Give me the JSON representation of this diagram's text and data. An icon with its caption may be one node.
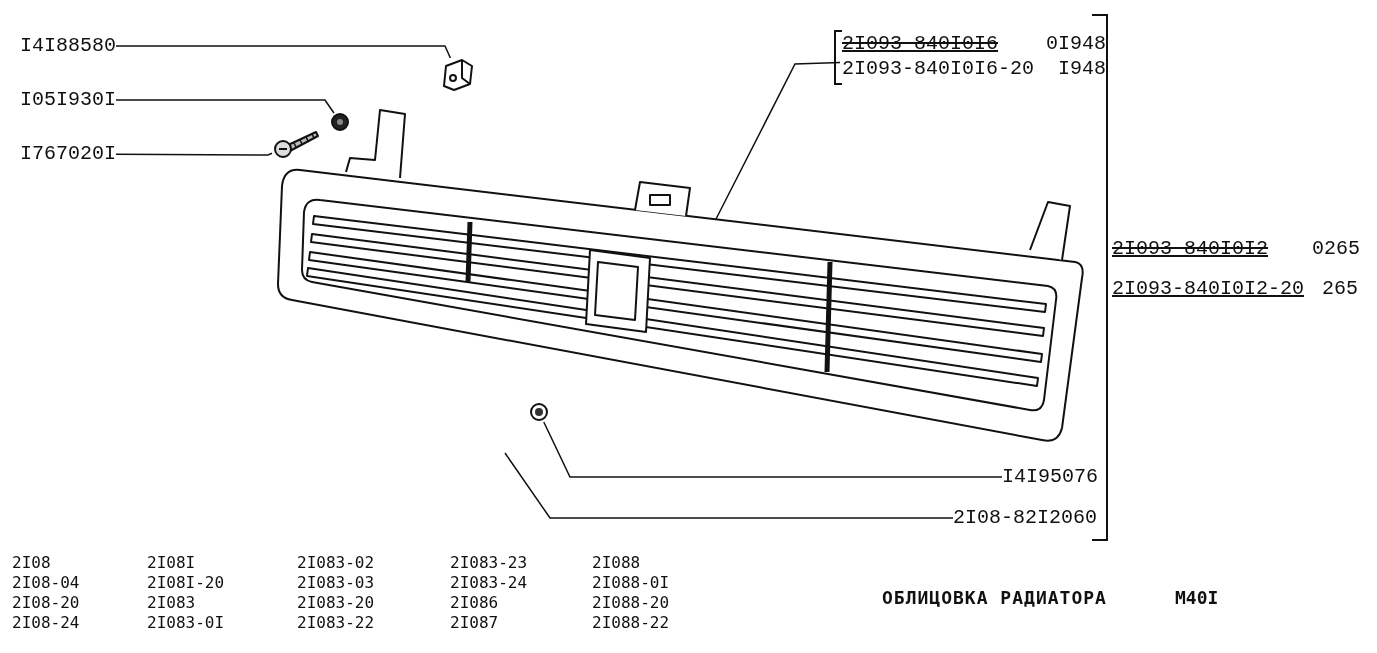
{
  "diagram": {
    "title": "ОБЛИЦОВКА РАДИАТОРА",
    "nodes": [
      {
        "text": [
          "I4I88580"
        ]
      },
      {
        "text": [],
        "shape": "picture"
      },
      {
        "text": [
          "I05I930I"
        ]
      },
      {
        "text": [],
        "shape": "picture"
      },
      {
        "text": [
          "I767020I"
        ]
      },
      {
        "text": [],
        "shape": "picture"
      },
      {
        "text": [],
        "shape": "picture"
      },
      {
        "text": [
          "2I093-840I0I6",
          "0I948",
          "2I093-840I0I6-20",
          "I948"
        ]
      },
      {
        "text": [
          "I4I95076"
        ]
      },
      {
        "text": [],
        "shape": "picture"
      },
      {
        "text": [
          "2I08-82I2060"
        ]
      }
    ],
    "edges": [
      {
        "from": 0,
        "to": 1,
        "arrow": "none"
      },
      {
        "from": 2,
        "to": 3,
        "arrow": "none"
      },
      {
        "from": 4,
        "to": 5,
        "arrow": "none"
      },
      {
        "from": 7,
        "to": 6,
        "arrow": "none"
      },
      {
        "from": 8,
        "to": 9,
        "arrow": "none"
      },
      {
        "from": 10,
        "to": null,
        "arrow": "none"
      }
    ],
    "labels": [
      "2I093-840I0I2",
      "0265",
      "2I093-840I0I2-20",
      "265",
      "2I08",
      "2I08I",
      "2I083-02",
      "2I083-23",
      "2I088",
      "2I08-04",
      "2I08I-20",
      "2I083-03",
      "2I083-24",
      "2I088-0I",
      "2I08-20",
      "2I083",
      "2I083-20",
      "2I086",
      "2I088-20",
      "2I08-24",
      "2I083-0I",
      "2I083-22",
      "2I087",
      "2I088-22",
      "M40I"
    ]
  }
}
